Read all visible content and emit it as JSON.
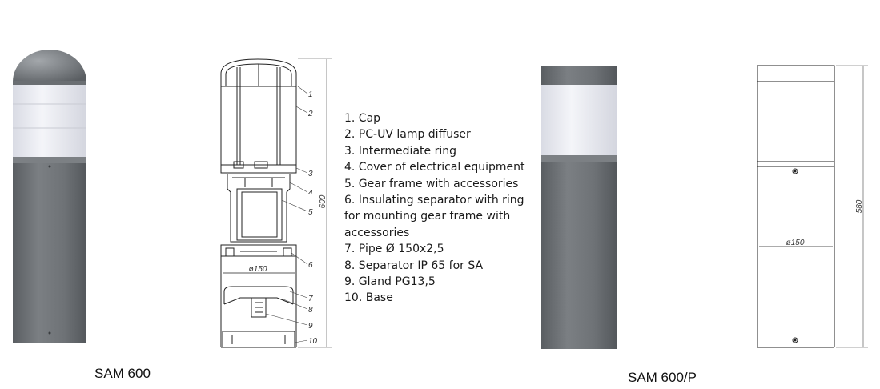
{
  "products": [
    {
      "name": "SAM 600"
    },
    {
      "name": "SAM 600/P"
    }
  ],
  "parts": [
    "1. Cap",
    "2. PC-UV lamp diffuser",
    "3. Intermediate ring",
    "4. Cover of electrical equipment",
    "5. Gear frame with accessories",
    "6. Insulating separator with ring for mounting gear frame with accessories",
    "7. Pipe Ø 150x2,5",
    "8. Separator IP 65 for SA",
    "9. Gland PG13,5",
    "10. Base"
  ],
  "callouts": [
    "1",
    "2",
    "3",
    "4",
    "5",
    "6",
    "7",
    "8",
    "9",
    "10"
  ],
  "dimensions": {
    "sam600_height": "600",
    "sam600_diameter": "ø150",
    "sam600p_height": "580",
    "sam600p_diameter": "ø150"
  },
  "colors": {
    "body_gray": "#6f7377",
    "diffuser": "#e6e8ee",
    "line": "#222222"
  }
}
